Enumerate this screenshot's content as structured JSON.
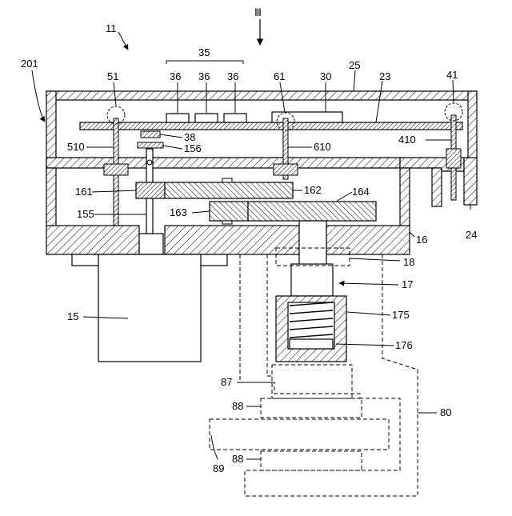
{
  "figure": {
    "section_mark": "Ⅲ",
    "labels": {
      "l11": "11",
      "l35": "35",
      "l36a": "36",
      "l36b": "36",
      "l36c": "36",
      "l201": "201",
      "l51": "51",
      "l61": "61",
      "l30": "30",
      "l25": "25",
      "l23": "23",
      "l41": "41",
      "l38": "38",
      "l156": "156",
      "l510": "510",
      "l610": "610",
      "l410": "410",
      "l161": "161",
      "l162": "162",
      "l164": "164",
      "l155": "155",
      "l163": "163",
      "l24": "24",
      "l16": "16",
      "l18": "18",
      "l17": "17",
      "l15": "15",
      "l175": "175",
      "l176": "176",
      "l87": "87",
      "l88a": "88",
      "l80": "80",
      "l89": "89",
      "l88b": "88"
    }
  }
}
